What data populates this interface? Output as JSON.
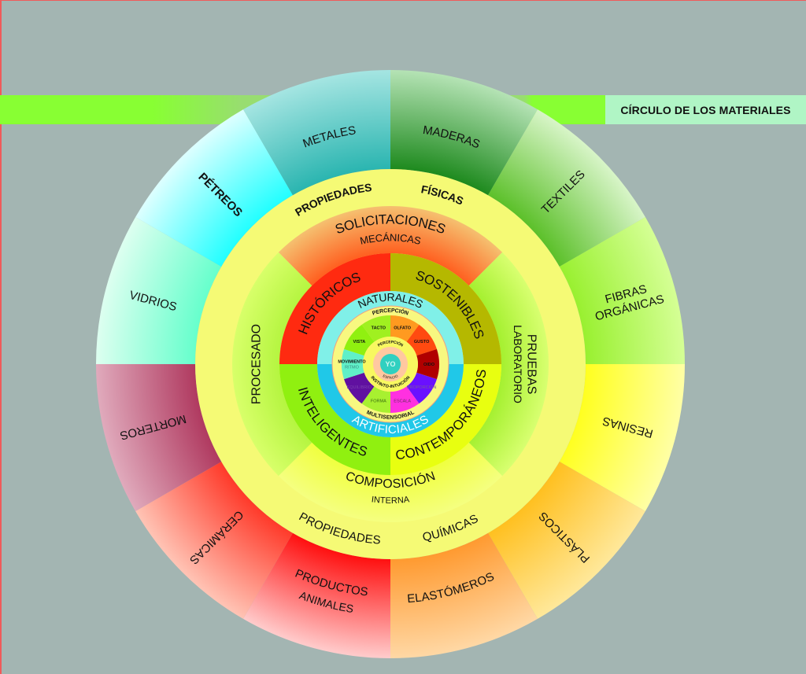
{
  "title": "CÍRCULO DE LOS MATERIALES",
  "outer_ring": {
    "sectors": [
      {
        "label": "MADERAS",
        "color": "#1e8a1e",
        "light": "#b5e3b5"
      },
      {
        "label": "TEXTILES",
        "color": "#5cc02a",
        "light": "#d8f5c8"
      },
      {
        "label": "FIBRAS",
        "label2": "ORGÁNICAS",
        "color": "#99f030",
        "light": "#d5ff95"
      },
      {
        "label": "RESINAS",
        "color": "#ffff20",
        "light": "#ffffa5"
      },
      {
        "label": "PLÁSTICOS",
        "color": "#ffc020",
        "light": "#ffe89a"
      },
      {
        "label": "ELASTÓMEROS",
        "color": "#ff9a30",
        "light": "#ffd8a5"
      },
      {
        "label": "PRODUCTOS",
        "label2": "ANIMALES",
        "color": "#ff1010",
        "light": "#ffcccc"
      },
      {
        "label": "CERÁMICAS",
        "color": "#ff3a2a",
        "light": "#ffc4b5"
      },
      {
        "label": "MORTEROS",
        "color": "#b03a60",
        "light": "#e0aabc"
      },
      {
        "label": "VIDRIOS",
        "color": "#66ffcc",
        "light": "#ddfff0"
      },
      {
        "label": "PÉTREOS",
        "color": "#22ffff",
        "light": "#ddffff"
      },
      {
        "label": "METALES",
        "color": "#2ab5b0",
        "light": "#a5e5e2"
      }
    ]
  },
  "property_ring": {
    "color": "#f5fa75",
    "top_left": "PROPIEDADES",
    "top_right": "FÍSICAS",
    "bottom_left": "PROPIEDADES",
    "bottom_right": "QUÍMICAS"
  },
  "middle_ring": {
    "sectors": [
      {
        "label": "SOLICITACIONES",
        "label2": "MECÁNICAS",
        "color": "#ff6020",
        "light": "#f5c070"
      },
      {
        "label": "PRUEBAS",
        "label2": "LABORATORIO",
        "color": "#a5f030",
        "light": "#d8ff70"
      },
      {
        "label": "COMPOSICIÓN",
        "label2": "INTERNA",
        "color": "#f0ff40",
        "light": "#f5ff80"
      },
      {
        "label": "PROCESADO",
        "color": "#b5f540",
        "light": "#d8ff6a"
      }
    ]
  },
  "inner_ring": {
    "sectors": [
      {
        "label": "SOSTENIBLES",
        "color": "#b5b800"
      },
      {
        "label": "CONTEMPORÁNEOS",
        "color": "#e8ff10"
      },
      {
        "label": "INTELIGENTES",
        "color": "#90f010"
      },
      {
        "label": "HISTÓRICOS",
        "color": "#ff2a10"
      }
    ]
  },
  "origin_ring": {
    "top": "NATURALES",
    "bottom": "ARTIFICIALES",
    "top_color": "#80f0e8",
    "bottom_color": "#20c8e8"
  },
  "core": {
    "ring_top": "PERCEPCIÓN",
    "ring_bottom": "MULTISENSORIAL",
    "ring_color": "#f8f880",
    "senses": [
      {
        "label": "OLFATO",
        "color": "#ff9a20"
      },
      {
        "label": "GUSTO",
        "color": "#ff4a10"
      },
      {
        "label": "OIDO",
        "color": "#b00000"
      },
      {
        "label": "PROPORCIÓN",
        "color": "#6a10ff"
      },
      {
        "label": "ESCALA",
        "color": "#ff30e0"
      },
      {
        "label": "FORMA",
        "color": "#a8f030"
      },
      {
        "label": "EQUILIBRIO",
        "color": "#6010a0"
      },
      {
        "label": "MOVIMIENTO",
        "label2": "RITMO",
        "color": "#60f0c8"
      },
      {
        "label": "VISTA",
        "color": "#90f010"
      },
      {
        "label": "TACTO",
        "color": "#a0f020"
      }
    ],
    "inner_top": "PERCEPCIÓN",
    "inner_bottom": "INSTINTO-INTUICIÓN",
    "space": "ESPACIO",
    "center": "YO",
    "center_color": "#30d0c0",
    "halo_color": "#ffc8a0"
  }
}
